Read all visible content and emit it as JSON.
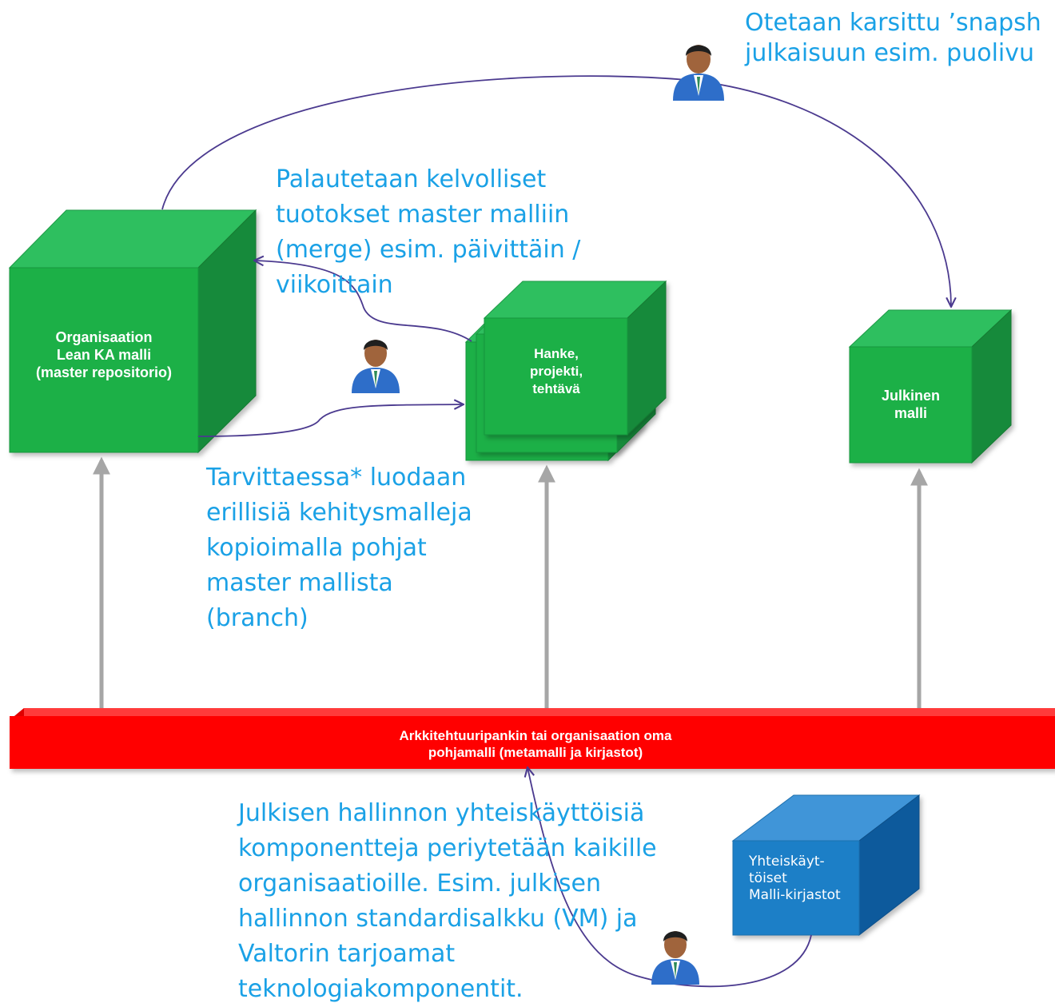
{
  "diagram": {
    "nodes": {
      "master": {
        "label": "Organisaation\nLean KA malli\n(master repositorio)",
        "color": "#1db046"
      },
      "projects": {
        "label": "Hanke,\nprojekti,\ntehtävä",
        "color": "#1db046"
      },
      "public_model": {
        "label": "Julkinen\nmalli",
        "color": "#1db046"
      },
      "shared_libraries": {
        "label": "Yhteiskäyt-\ntöiset\nMalli-kirjastot",
        "color": "#1b7fc7"
      },
      "base_model": {
        "label": "Arkkitehtuuripankin tai organisaation oma\npohjamalli (metamalli ja kirjastot)",
        "color": "#ff0000"
      }
    },
    "annotations": {
      "snapshot": "Otetaan karsittu ’snapsh\njulkaisuun esim. puolivu",
      "merge": "Palautetaan kelvolliset\ntuotokset master malliin\n(merge) esim. päivittäin /\nviikoittain",
      "branch": "Tarvittaessa* luodaan\nerillisiä kehitysmalleja\nkopioimalla pohjat\nmaster mallista\n(branch)",
      "inheritance": "Julkisen hallinnon yhteiskäyttöisiä\nkomponentteja periytetään kaikille\norganisaatioille. Esim. julkisen\nhallinnon standardisalkku (VM) ja\nValtorin tarjoamat\nteknologiakomponentit."
    },
    "colors": {
      "annotation_text": "#1aa1e6",
      "flow_arrow": "#4b3a8f",
      "inheritance_arrow": "#a6a6a6"
    },
    "icons": [
      "person-icon",
      "person-icon",
      "person-icon",
      "person-icon"
    ]
  }
}
